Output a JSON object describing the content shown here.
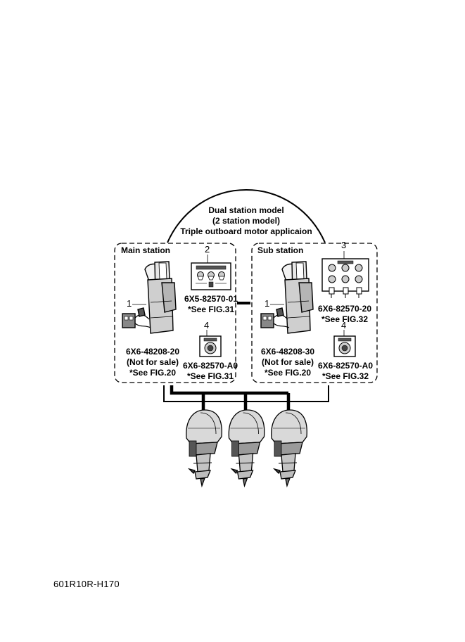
{
  "title": {
    "line1": "Dual station model",
    "line2": "(2 station model)",
    "line3": "Triple outboard motor applicaion"
  },
  "main_station": {
    "label": "Main station",
    "control_box": {
      "callout": "1",
      "part_number": "6X6-48208-20",
      "note": "(Not for sale)",
      "ref": "*See FIG.20"
    },
    "switch_panel": {
      "callout": "2",
      "part_number": "6X5-82570-01",
      "ref": "*See FIG.31"
    },
    "stop_switch": {
      "callout": "4",
      "part_number": "6X6-82570-A0",
      "ref": "*See FIG.31"
    }
  },
  "sub_station": {
    "label": "Sub station",
    "control_box": {
      "callout": "1",
      "part_number": "6X6-48208-30",
      "note": "(Not for sale)",
      "ref": "*See FIG.20"
    },
    "switch_panel": {
      "callout": "3",
      "part_number": "6X6-82570-20",
      "ref": "*See FIG.32"
    },
    "stop_switch": {
      "callout": "4",
      "part_number": "6X6-82570-A0",
      "ref": "*See FIG.32"
    }
  },
  "engine_count": 3,
  "footer_code": "601R10R-H170"
}
